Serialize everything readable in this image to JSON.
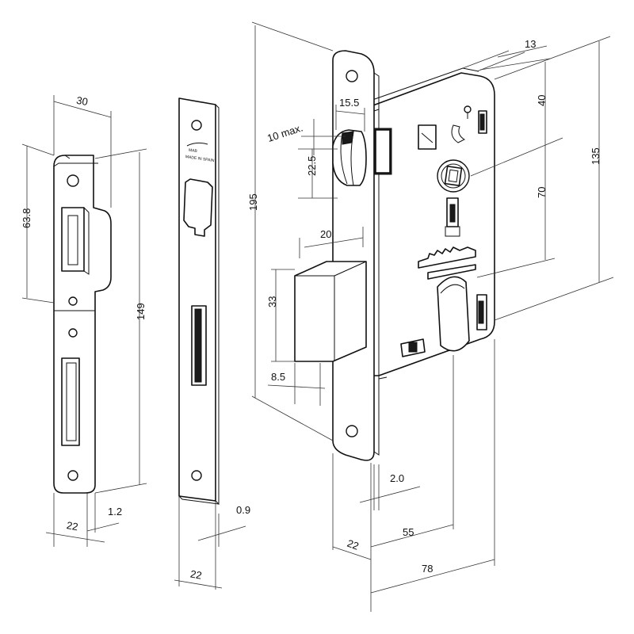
{
  "drawing": {
    "strike_plate_long": {
      "width": "30",
      "upper_height": "63.8",
      "total_height": "149",
      "lip_width": "22",
      "thickness": "1.2"
    },
    "strike_plate_flat": {
      "brand": "MAB",
      "made_in": "MADE IN SPAIN",
      "width": "22",
      "thickness": "0.9"
    },
    "mortise_lock": {
      "overall_height": "195",
      "latch_projection_max": "10 max.",
      "latch_width": "15.5",
      "latch_height": "22.5",
      "deadbolt_projection": "20",
      "deadbolt_height": "33",
      "deadbolt_offset": "8.5",
      "case_depth": "13",
      "top_to_follower": "40",
      "follower_to_cylinder": "70",
      "case_height": "135",
      "faceplate_thickness": "2.0",
      "faceplate_width": "22",
      "backset": "55",
      "case_width": "78"
    }
  }
}
